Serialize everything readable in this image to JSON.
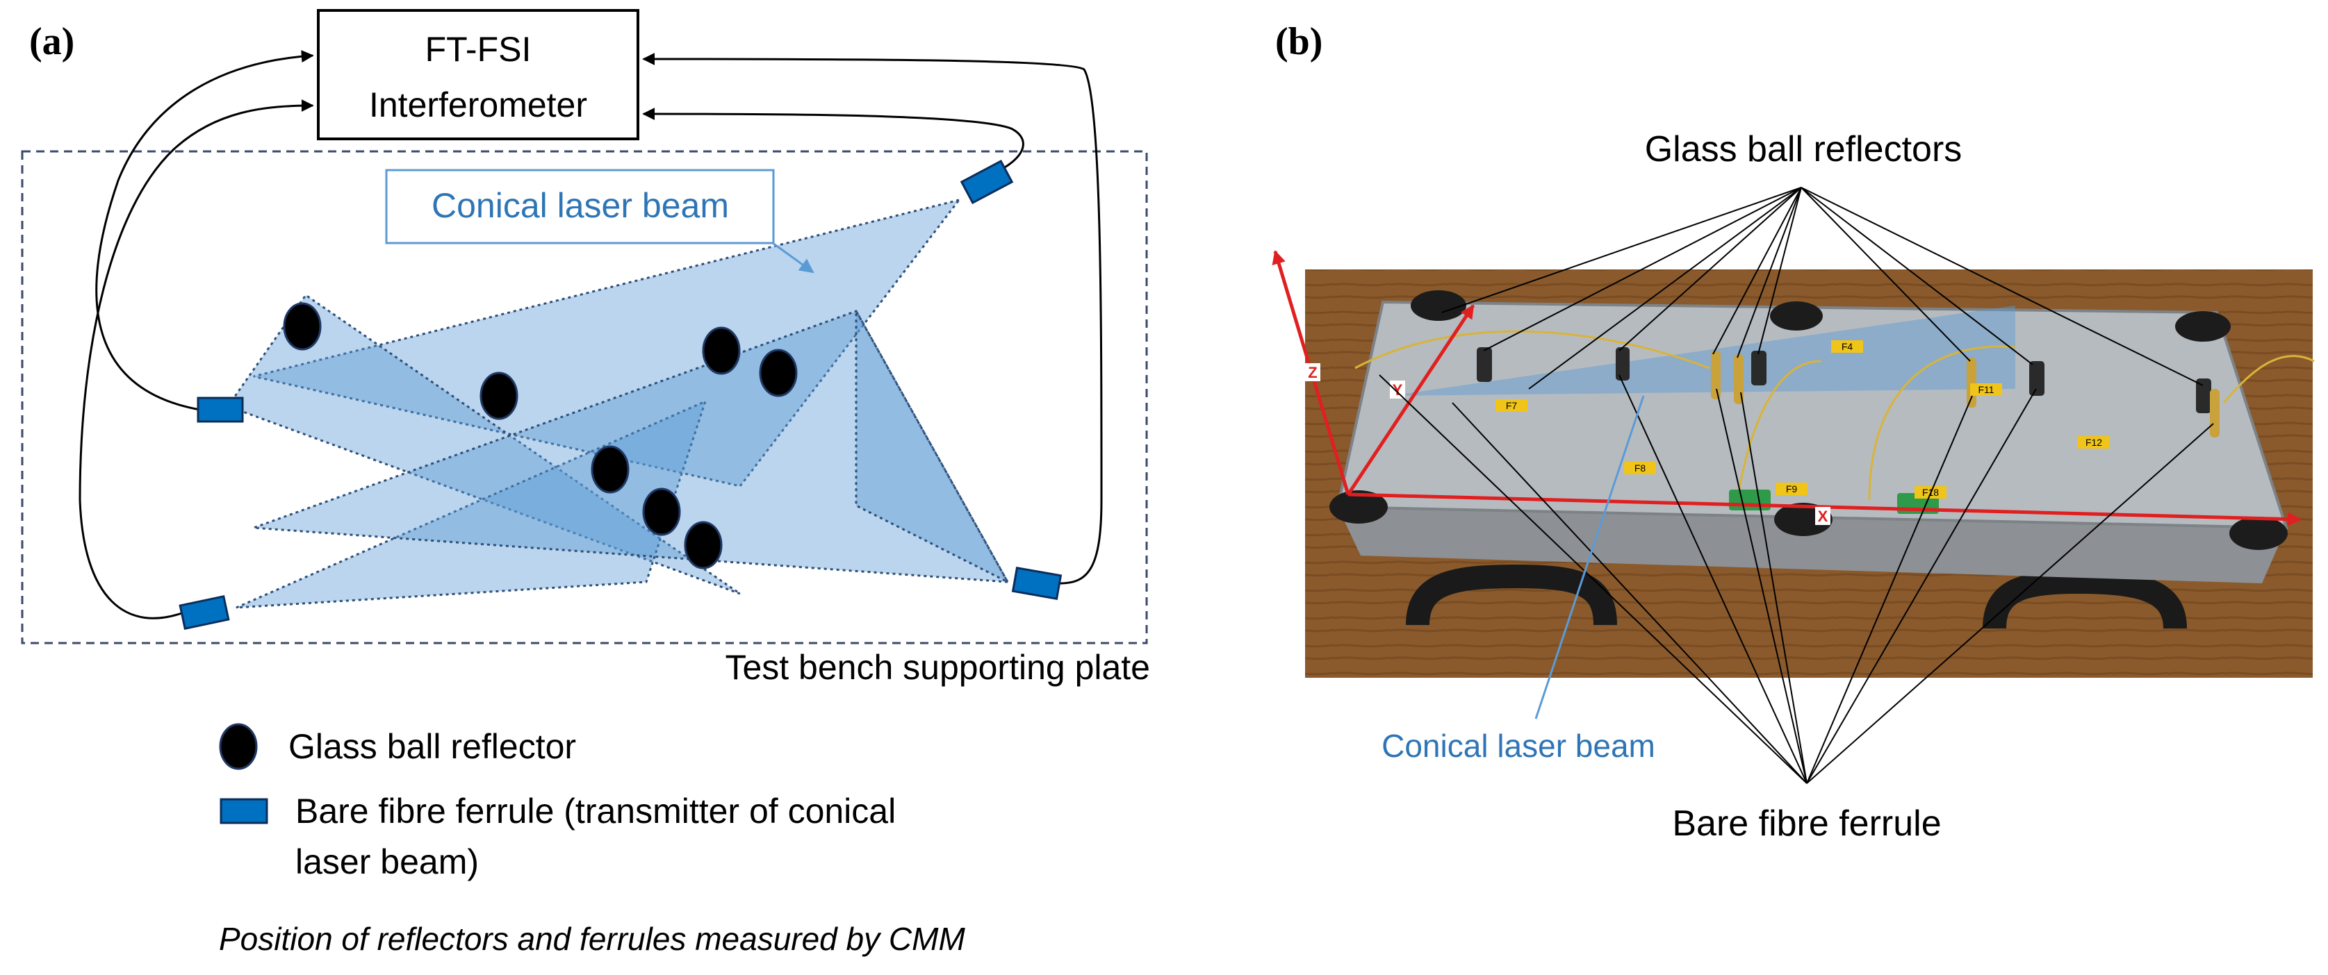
{
  "panel_a": {
    "label": "(a)",
    "instrument_line1": "FT-FSI",
    "instrument_line2": "Interferometer",
    "beam_label": "Conical laser beam",
    "plate_label": "Test bench supporting plate",
    "legend": {
      "reflector": "Glass ball reflector",
      "ferrule_line1": "Bare fibre ferrule (transmitter of conical",
      "ferrule_line2": "laser beam)"
    },
    "note": "Position of reflectors and ferrules measured by CMM"
  },
  "panel_b": {
    "label": "(b)",
    "reflectors_label": "Glass ball reflectors",
    "beam_label": "Conical laser beam",
    "ferrule_label": "Bare fibre ferrule",
    "axis_x": "X",
    "axis_y": "Y",
    "axis_z": "Z",
    "plate_tags": [
      "F4",
      "F7",
      "F8",
      "F9",
      "F11",
      "F12",
      "F18"
    ]
  },
  "colors": {
    "beam_fill": "#5b9bd5",
    "beam_label": "#2e75b6",
    "ferrule": "#0070c0",
    "axis": "#e02020",
    "plate": "#b6bbc0",
    "wood": "#8a5a2c"
  }
}
